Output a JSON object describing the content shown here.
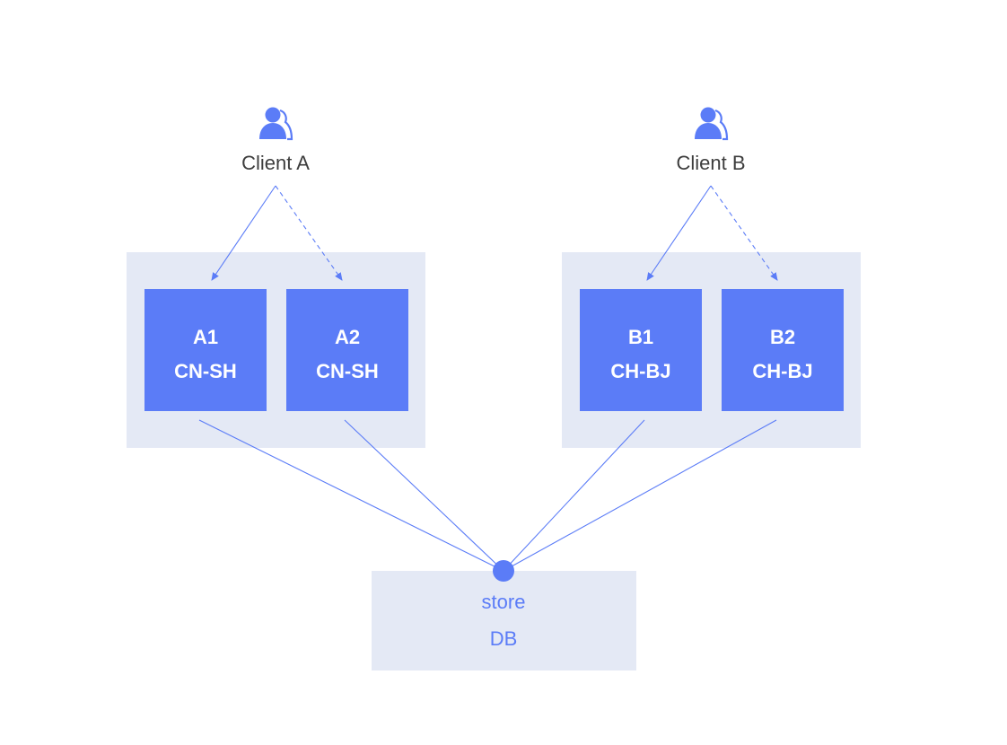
{
  "colors": {
    "accent": "#5b7cf7",
    "group_background": "#e4e9f5",
    "label_text": "#3d3d3d",
    "node_text": "#ffffff"
  },
  "clients": [
    {
      "label": "Client A",
      "icon": "user-icon"
    },
    {
      "label": "Client B",
      "icon": "user-icon"
    }
  ],
  "nodes": [
    {
      "name": "A1",
      "region": "CN-SH"
    },
    {
      "name": "A2",
      "region": "CN-SH"
    },
    {
      "name": "B1",
      "region": "CH-BJ"
    },
    {
      "name": "B2",
      "region": "CH-BJ"
    }
  ],
  "database": {
    "line1": "store",
    "line2": "DB"
  },
  "edges": [
    {
      "from": "Client A",
      "to": "A1",
      "style": "solid"
    },
    {
      "from": "Client A",
      "to": "A2",
      "style": "dashed"
    },
    {
      "from": "Client B",
      "to": "B1",
      "style": "solid"
    },
    {
      "from": "Client B",
      "to": "B2",
      "style": "dashed"
    },
    {
      "from": "A1",
      "to": "DB",
      "style": "solid"
    },
    {
      "from": "A2",
      "to": "DB",
      "style": "solid"
    },
    {
      "from": "B1",
      "to": "DB",
      "style": "solid"
    },
    {
      "from": "B2",
      "to": "DB",
      "style": "solid"
    }
  ]
}
